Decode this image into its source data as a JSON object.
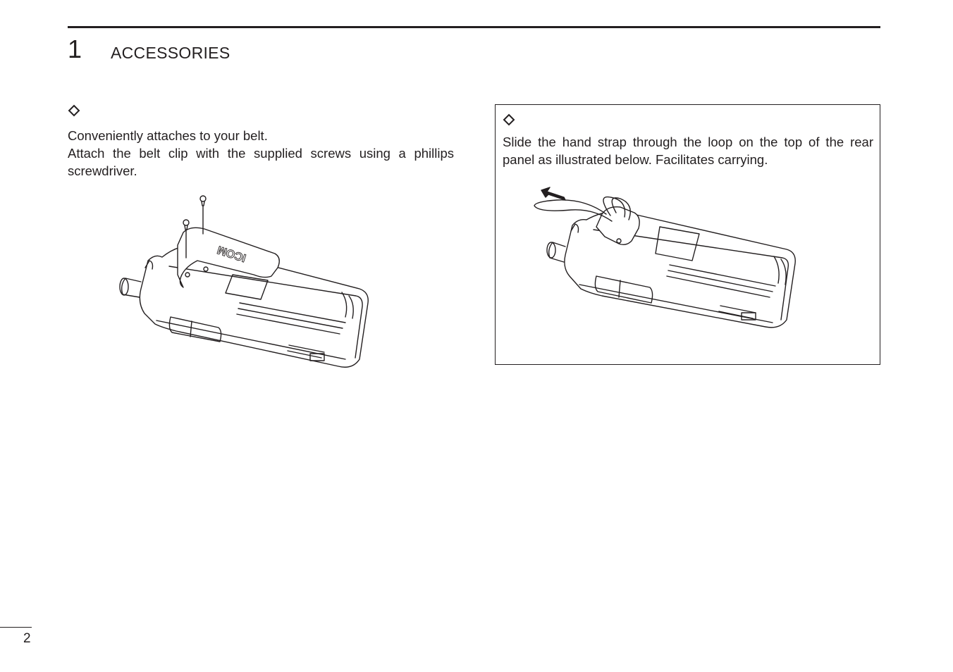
{
  "header": {
    "chapter_number": "1",
    "chapter_title": "ACCESSORIES"
  },
  "belt_clip": {
    "icon": "diamond-bullet-icon",
    "line1": "Conveniently attaches to your belt.",
    "line2": "Attach the belt clip with the supplied screws using a phillips screwdriver.",
    "clip_logo": "ICOM"
  },
  "hand_strap": {
    "icon": "diamond-bullet-icon",
    "text": "Slide the hand strap through the loop on the top of the rear panel as illustrated below. Facilitates carrying."
  },
  "footer": {
    "page_number": "2"
  },
  "colors": {
    "ink": "#231f20",
    "paper": "#ffffff"
  }
}
